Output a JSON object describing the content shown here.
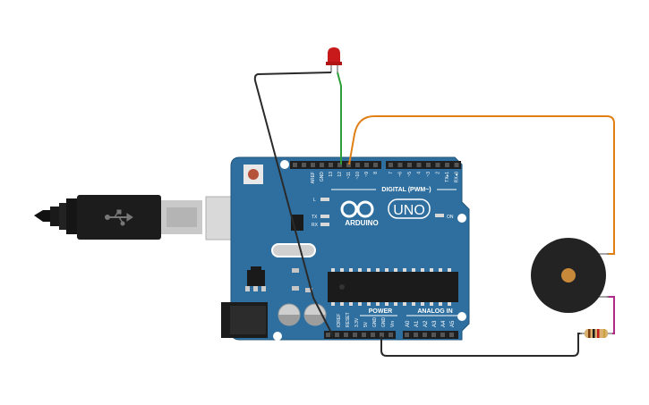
{
  "colors": {
    "board": "#2f6f9f",
    "board_edge": "#1f5479",
    "header": "#1f1f1f",
    "silk": "#ffffff",
    "led_red": "#d21f1f",
    "wire_green": "#2e9e3a",
    "wire_orange": "#e07f16",
    "wire_black": "#2a2a2a",
    "wire_magenta": "#b02a8a",
    "buzzer": "#232323",
    "buzzer_center": "#c8893a"
  },
  "board": {
    "brand": "ARDUINO",
    "model": "UNO",
    "digital_label": "DIGITAL (PWM~)",
    "power_label": "POWER",
    "analog_label": "ANALOG IN",
    "led_l": "L",
    "led_tx": "TX",
    "led_rx": "RX",
    "led_on": "ON",
    "digital_pins": [
      "AREF",
      "GND",
      "13",
      "12",
      "~11",
      "~10",
      "~9",
      "8",
      "7",
      "~6",
      "~5",
      "4",
      "~3",
      "2",
      "TX▸1",
      "RX◂0"
    ],
    "power_pins": [
      "IOREF",
      "RESET",
      "3.3V",
      "5V",
      "GND",
      "GND",
      "Vin"
    ],
    "analog_pins": [
      "A0",
      "A1",
      "A2",
      "A3",
      "A4",
      "A5"
    ]
  },
  "components": [
    "usb-cable",
    "arduino-uno",
    "red-led",
    "piezo-buzzer",
    "resistor"
  ],
  "icons": [
    "usb-icon",
    "arduino-infinity-icon"
  ]
}
